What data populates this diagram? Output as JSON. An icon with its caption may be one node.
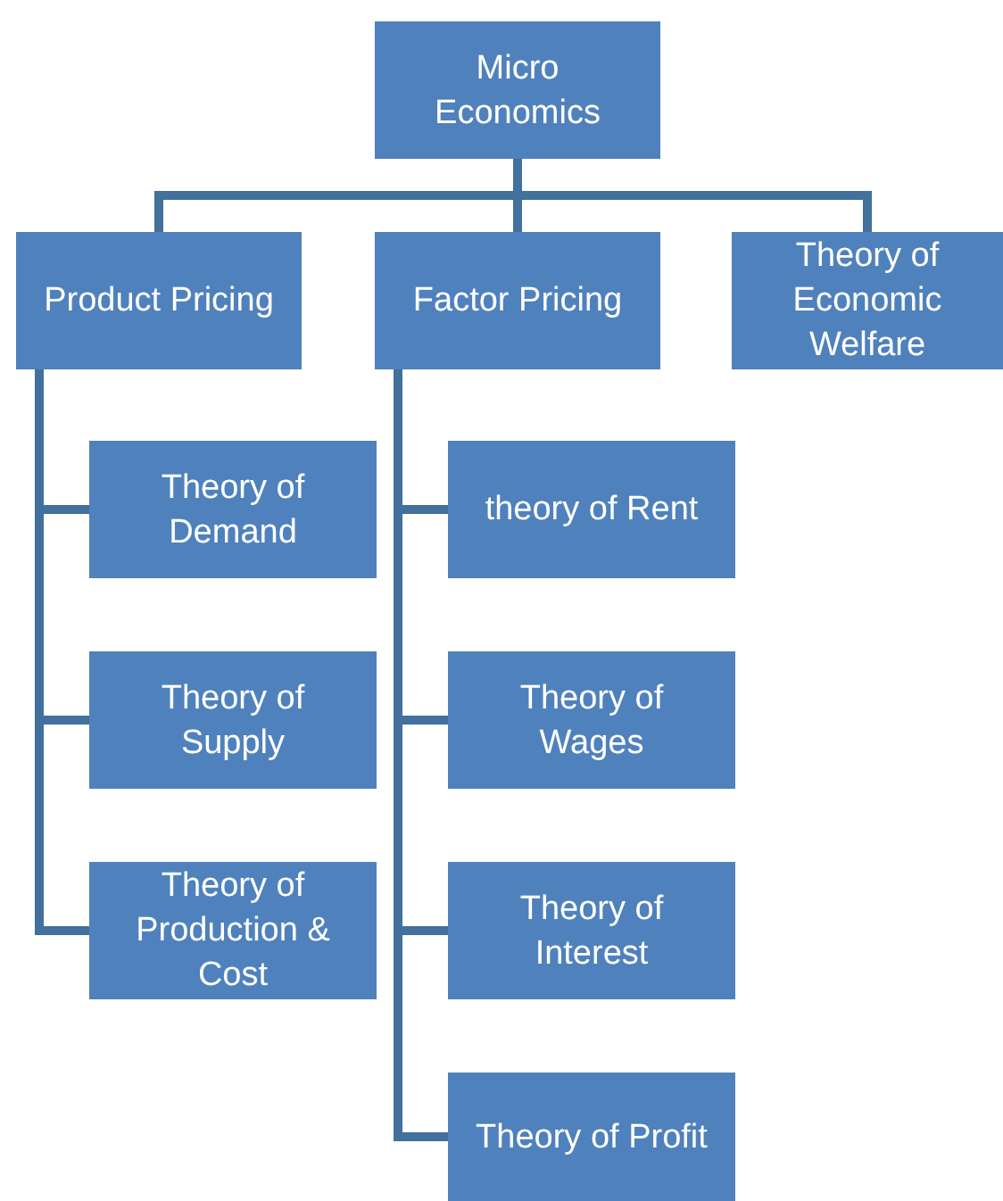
{
  "diagram": {
    "nodes": [
      {
        "text": [
          "Micro Economics"
        ]
      },
      {
        "text": [
          "Product Pricing"
        ]
      },
      {
        "text": [
          "Factor Pricing"
        ]
      },
      {
        "text": [
          "Theory of Economic Welfare"
        ]
      },
      {
        "text": [
          "Theory of Demand"
        ]
      },
      {
        "text": [
          "Theory of Supply"
        ]
      },
      {
        "text": [
          "Theory of Production & Cost"
        ]
      },
      {
        "text": [
          "theory of Rent"
        ]
      },
      {
        "text": [
          "Theory of Wages"
        ]
      },
      {
        "text": [
          "Theory of Interest"
        ]
      },
      {
        "text": [
          "Theory of Profit"
        ]
      }
    ],
    "edges": [
      {
        "from": 0,
        "to": 1,
        "arrow": "none"
      },
      {
        "from": 0,
        "to": 2,
        "arrow": "none"
      },
      {
        "from": 0,
        "to": 3,
        "arrow": "none"
      },
      {
        "from": 1,
        "to": 4,
        "arrow": "none"
      },
      {
        "from": 1,
        "to": 5,
        "arrow": "none"
      },
      {
        "from": 1,
        "to": 6,
        "arrow": "none"
      },
      {
        "from": 2,
        "to": 7,
        "arrow": "none"
      },
      {
        "from": 2,
        "to": 8,
        "arrow": "none"
      },
      {
        "from": 2,
        "to": 9,
        "arrow": "none"
      },
      {
        "from": 2,
        "to": 10,
        "arrow": "none"
      }
    ]
  }
}
